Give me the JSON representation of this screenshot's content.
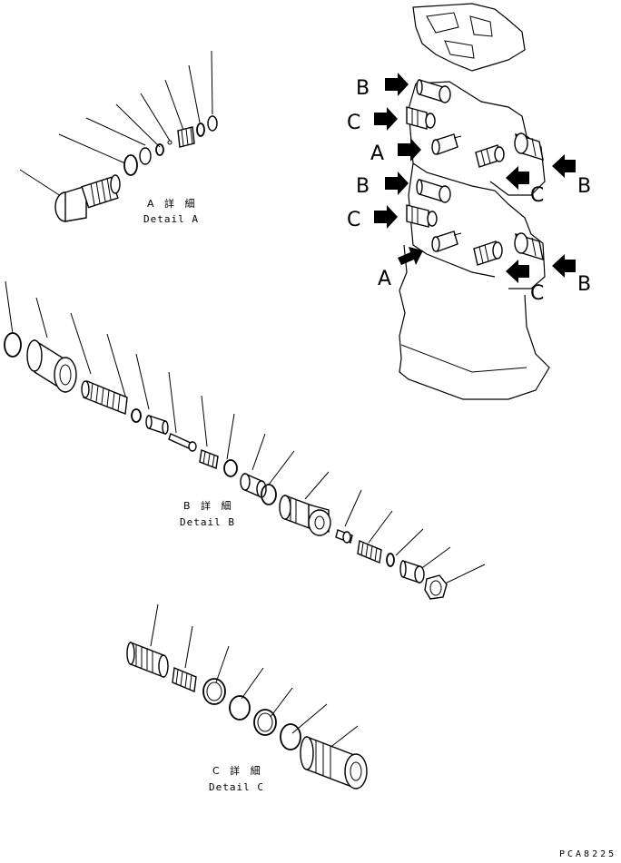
{
  "details": {
    "a": {
      "label_jp": "A 詳 細",
      "label_en": "Detail A"
    },
    "b": {
      "label_jp": "B 詳 細",
      "label_en": "Detail B"
    },
    "c": {
      "label_jp": "C 詳 細",
      "label_en": "Detail C"
    }
  },
  "port_letters": {
    "a": "A",
    "b": "B",
    "c": "C"
  },
  "drawing_code": "PCA8225"
}
